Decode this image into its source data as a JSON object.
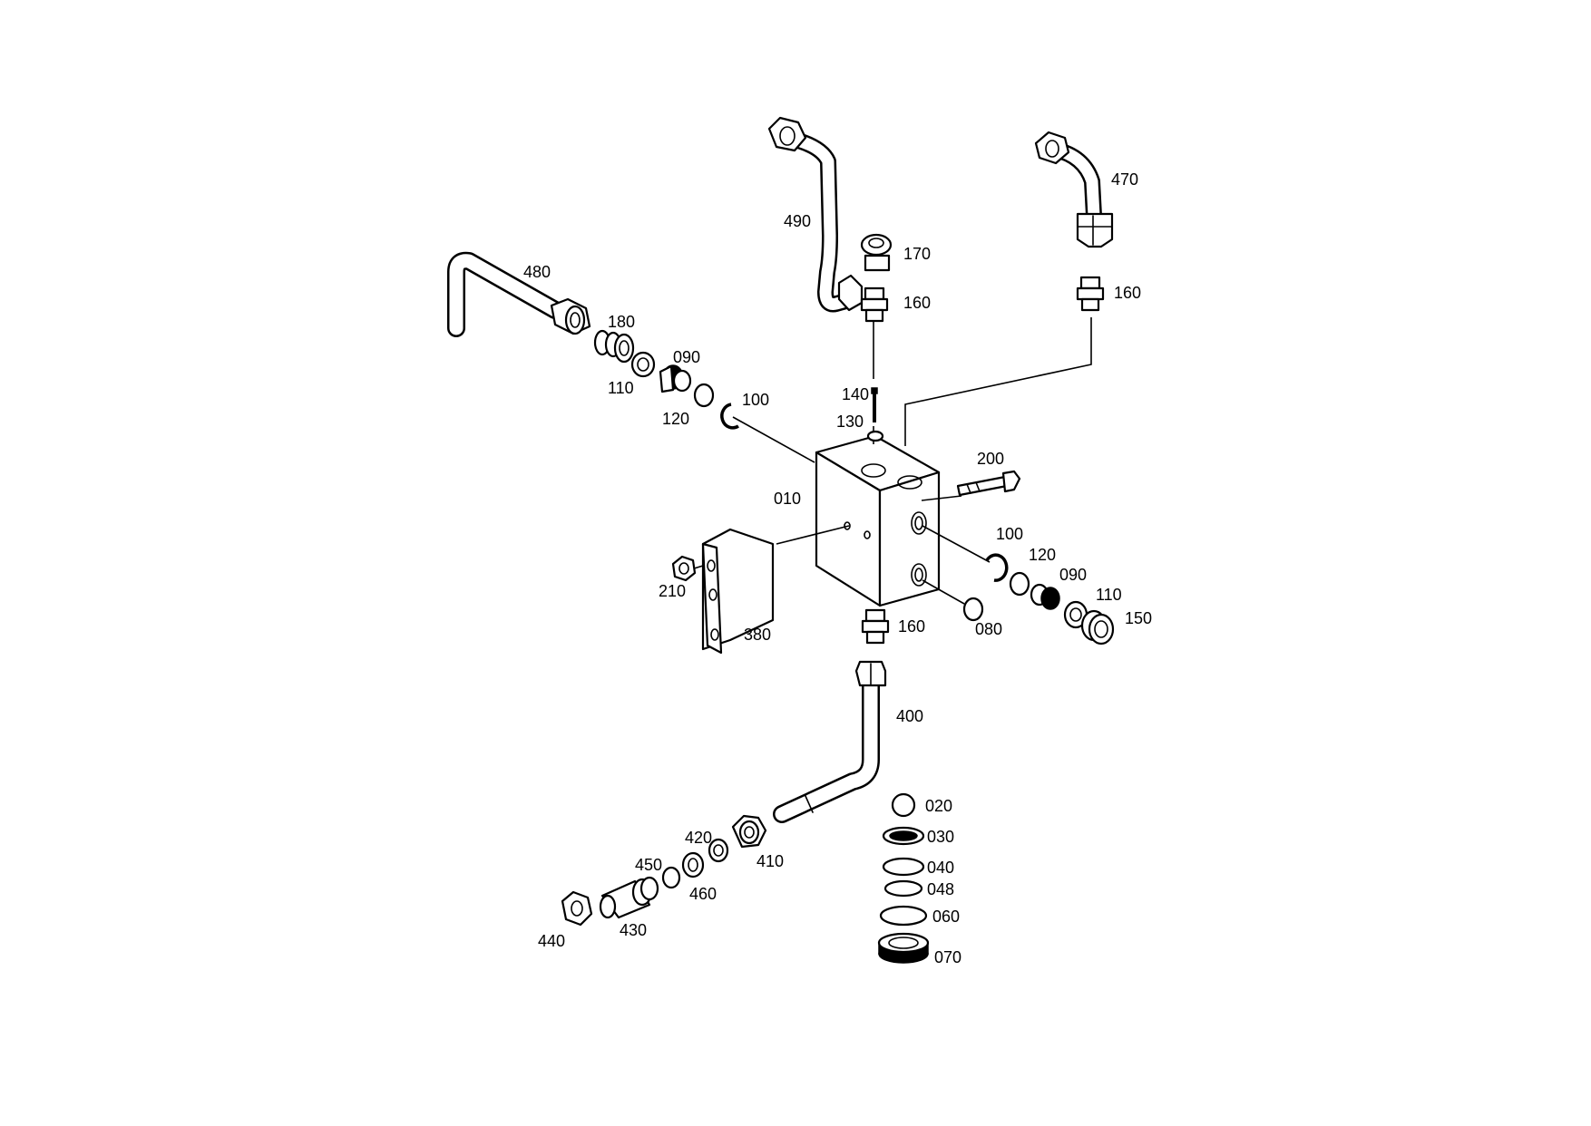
{
  "labels": {
    "p010": "010",
    "p020": "020",
    "p030": "030",
    "p040": "040",
    "p048": "048",
    "p060": "060",
    "p070": "070",
    "p080": "080",
    "p090_left": "090",
    "p090_right": "090",
    "p100_left": "100",
    "p100_right": "100",
    "p110_left": "110",
    "p110_right": "110",
    "p120_left": "120",
    "p120_right": "120",
    "p130": "130",
    "p140": "140",
    "p150": "150",
    "p160_top": "160",
    "p160_right": "160",
    "p160_bottom": "160",
    "p170": "170",
    "p180": "180",
    "p200": "200",
    "p210": "210",
    "p380": "380",
    "p400": "400",
    "p410": "410",
    "p420": "420",
    "p430": "430",
    "p440": "440",
    "p450": "450",
    "p460": "460",
    "p470": "470",
    "p480": "480",
    "p490": "490"
  }
}
